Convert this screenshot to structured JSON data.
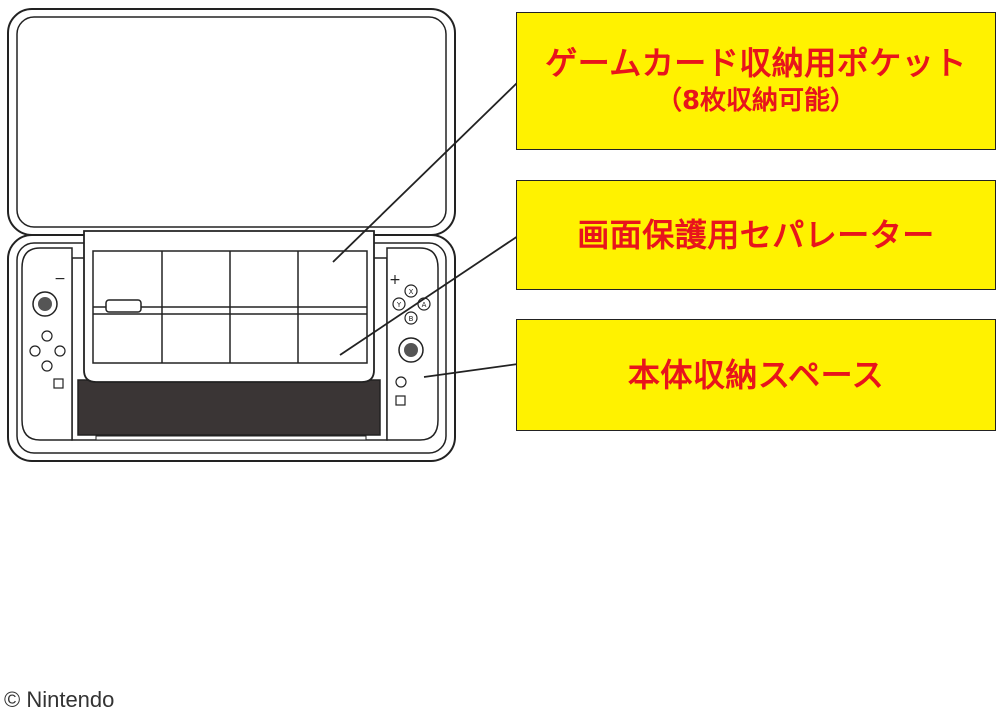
{
  "callouts": [
    {
      "id": "card-pocket",
      "title": "ゲームカード収納用ポケット",
      "subtitle": "（8枚収納可能）"
    },
    {
      "id": "separator",
      "title": "画面保護用セパレーター",
      "subtitle": ""
    },
    {
      "id": "storage",
      "title": "本体収納スペース",
      "subtitle": ""
    }
  ],
  "controller_labels": {
    "minus": "−",
    "plus": "+",
    "button_x": "X",
    "button_y": "Y",
    "button_a": "A",
    "button_b": "B"
  },
  "copyright": "© Nintendo",
  "colors": {
    "callout_background": "#fff200",
    "callout_text": "#e8141c",
    "line_art": "#222222"
  }
}
